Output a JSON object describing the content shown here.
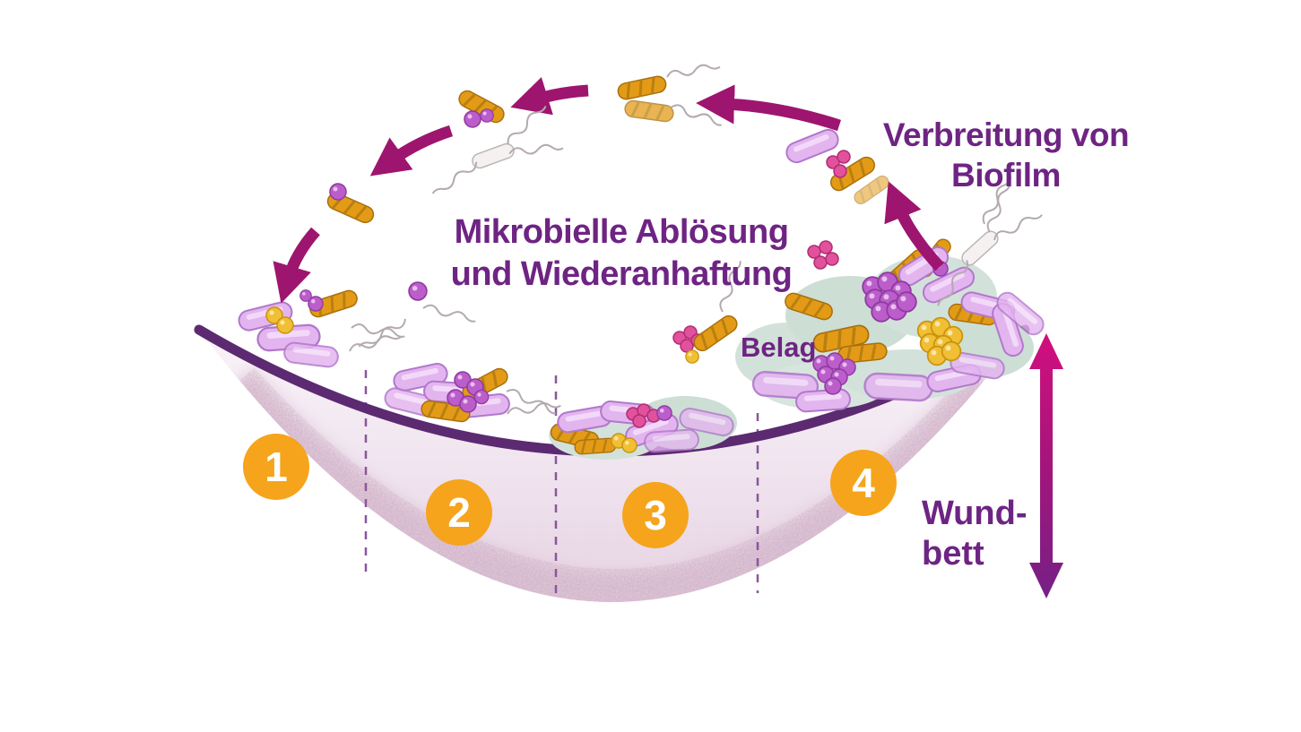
{
  "diagram": {
    "labels": {
      "spread_line1": "Verbreitung von",
      "spread_line2": "Biofilm",
      "detach_line1": "Mikrobielle Ablösung",
      "detach_line2": "und Wiederanhaftung",
      "coating": "Belag",
      "wound_line1": "Wund-",
      "wound_line2": "bett"
    },
    "stages": [
      {
        "number": "1"
      },
      {
        "number": "2"
      },
      {
        "number": "3"
      },
      {
        "number": "4"
      }
    ],
    "colors": {
      "label_purple": "#6e2483",
      "arrow_magenta": "#9e156f",
      "depth_arrow_top": "#d20f7d",
      "depth_arrow_bottom": "#762086",
      "stage_badge_orange": "#f5a41c",
      "wound_bed_fill": "#f1e6f0",
      "wound_surface_purple": "#5c2a70",
      "biofilm_blob_teal": "#d2e2da",
      "purple_bacteria": "#e3b5ef",
      "orange_bacteria": "#e39b17",
      "yellow_coccus": "#f1bf33",
      "pink_coccus": "#e1519c"
    }
  }
}
